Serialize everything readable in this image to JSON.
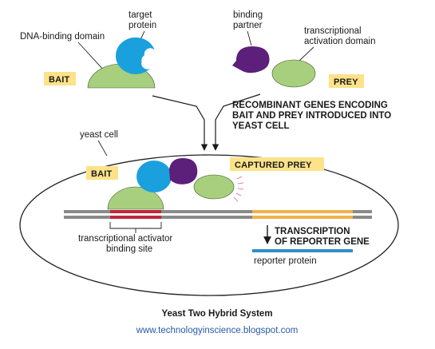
{
  "labels": {
    "dna_binding_domain": "DNA-binding domain",
    "target_protein_1": "target",
    "target_protein_2": "protein",
    "bait_top": "BAIT",
    "binding_partner_1": "binding",
    "binding_partner_2": "partner",
    "activation_domain_1": "transcriptional",
    "activation_domain_2": "activation domain",
    "prey_top": "PREY",
    "recombinant_1": "RECOMBINANT GENES ENCODING",
    "recombinant_2": "BAIT AND PREY INTRODUCED INTO",
    "recombinant_3": "YEAST CELL",
    "yeast_cell": "yeast cell",
    "bait_inner": "BAIT",
    "captured_prey": "CAPTURED PREY",
    "transcription_1": "TRANSCRIPTION",
    "transcription_2": "OF REPORTER GENE",
    "activator_site_1": "transcriptional activator",
    "activator_site_2": "binding site",
    "reporter_protein": "reporter protein"
  },
  "footer": {
    "title": "Yeast Two Hybrid System",
    "url": "www.technologyinscience.blogspot.com"
  },
  "colors": {
    "green": "#a8cf7e",
    "blue": "#1aa0dd",
    "purple": "#5c1f7a",
    "highlight": "#fde28a",
    "dna_grey": "#8a8a8a",
    "binding_site_red": "#c0263a",
    "reporter_gene_orange": "#f0b24a",
    "reporter_protein": "#2e8fc7"
  }
}
